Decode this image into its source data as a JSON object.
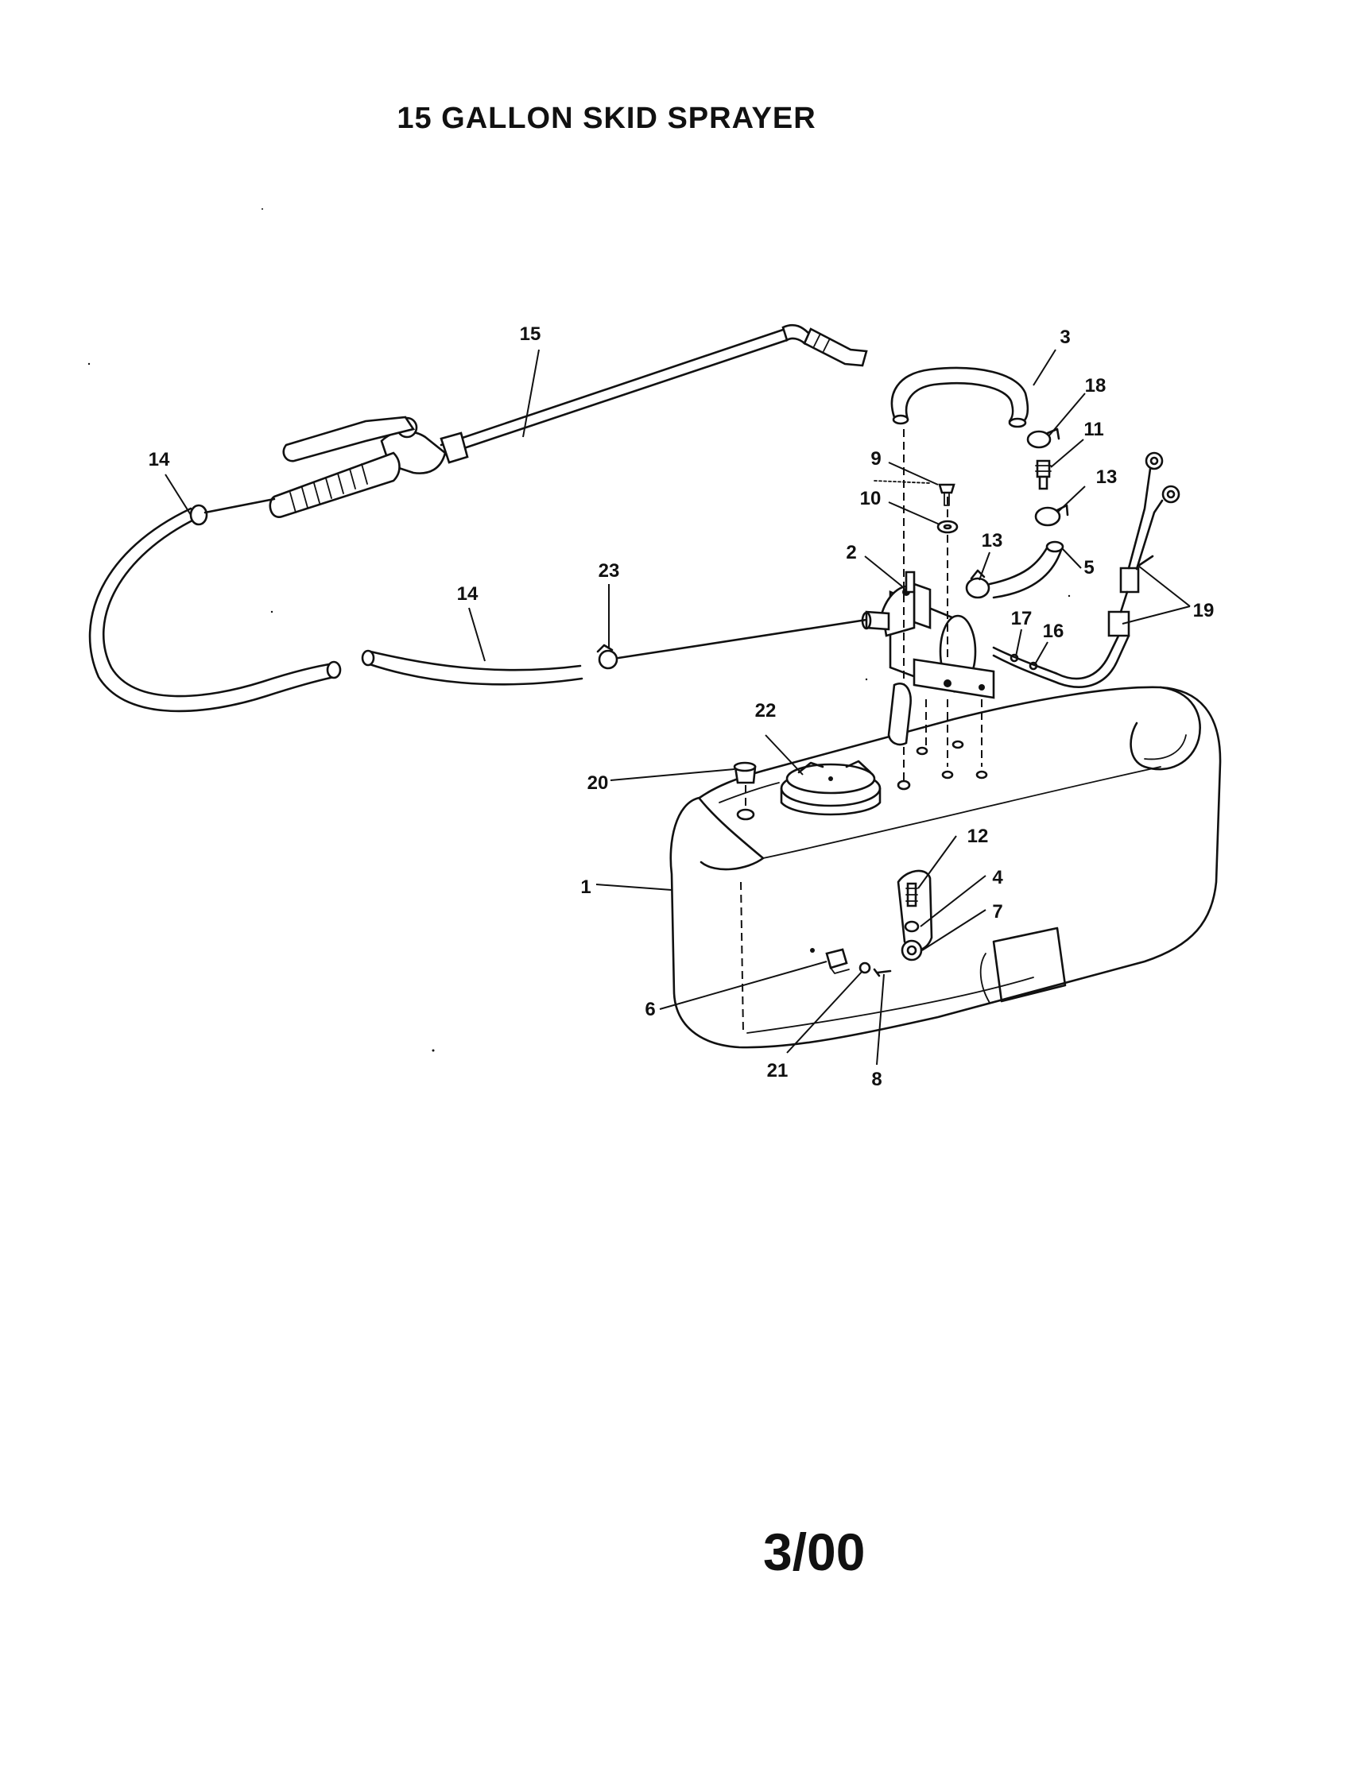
{
  "title": "15 GALLON SKID SPRAYER",
  "revision": "3/00",
  "callouts": [
    "1",
    "2",
    "3",
    "4",
    "5",
    "6",
    "7",
    "8",
    "9",
    "10",
    "11",
    "12",
    "13",
    "14",
    "15",
    "16",
    "17",
    "18",
    "19",
    "20",
    "21",
    "22",
    "23"
  ]
}
